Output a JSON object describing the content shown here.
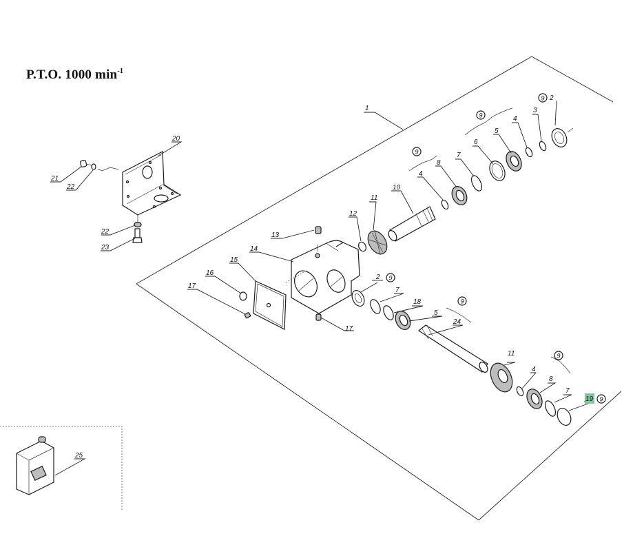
{
  "title": {
    "text": "P.T.O. 1000 min",
    "superscript": "-1"
  },
  "highlight_color": "#7fc8a0",
  "kit_marker": "9",
  "callouts": {
    "p1": "1",
    "p2a": "2",
    "p3": "3",
    "p4a": "4",
    "p5a": "5",
    "p6": "6",
    "p7a": "7",
    "p8a": "8",
    "p4b": "4",
    "p10": "10",
    "p11a": "11",
    "p12": "12",
    "p13": "13",
    "p14": "14",
    "p15": "15",
    "p16": "16",
    "p17a": "17",
    "p17b": "17",
    "p2b": "2",
    "p7b": "7",
    "p18": "18",
    "p5b": "5",
    "p24": "24",
    "p11b": "11",
    "p4c": "4",
    "p8b": "8",
    "p7c": "7",
    "p19": "19",
    "p20": "20",
    "p21": "21",
    "p22a": "22",
    "p22b": "22",
    "p23": "23",
    "p25": "25"
  }
}
